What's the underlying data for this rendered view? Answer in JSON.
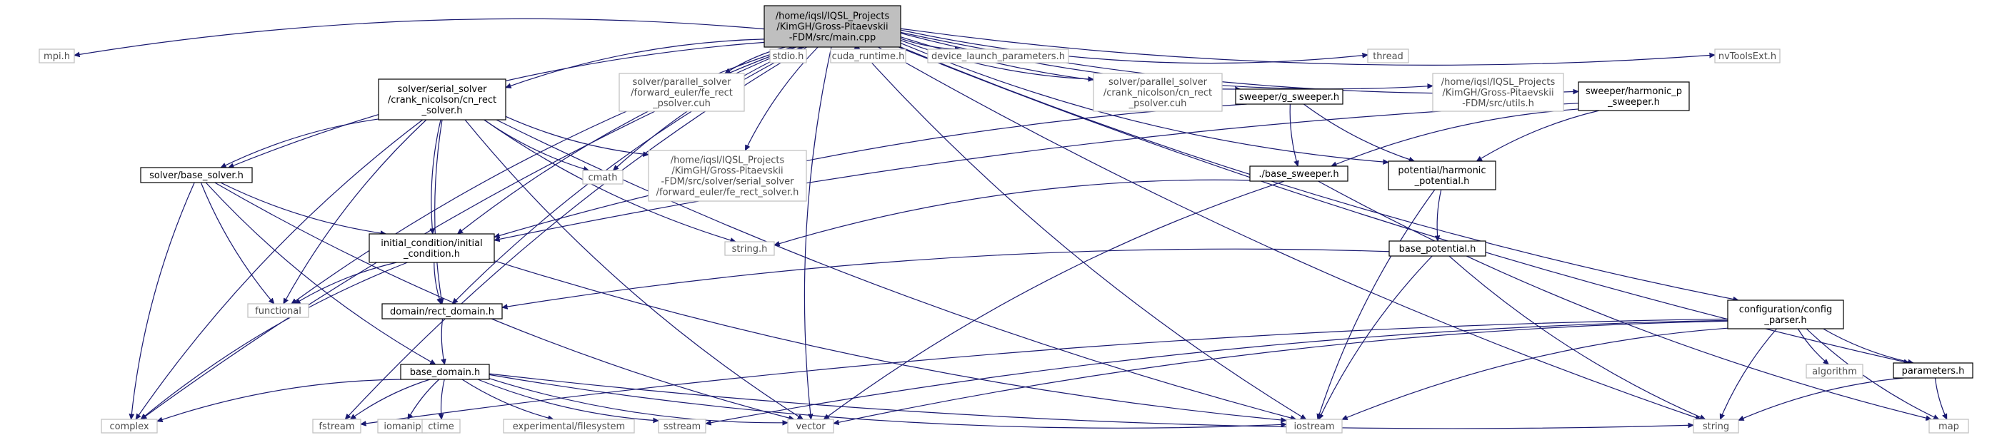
{
  "colors": {
    "edge": "#191970",
    "root_fill": "#bfbfbf",
    "external_border": "#bfbfbf",
    "internal_border": "#000000"
  },
  "nodes": [
    {
      "id": "main",
      "kind": "root",
      "lines": [
        "/home/iqsl/IQSL_Projects",
        "/KimGH/Gross-Pitaevskii",
        "-FDM/src/main.cpp"
      ]
    },
    {
      "id": "mpi",
      "kind": "external",
      "lines": [
        "mpi.h"
      ]
    },
    {
      "id": "cn_solver",
      "kind": "internal",
      "lines": [
        "solver/serial_solver",
        "/crank_nicolson/cn_rect",
        "_solver.h"
      ]
    },
    {
      "id": "fe_psolver",
      "kind": "external",
      "lines": [
        "solver/parallel_solver",
        "/forward_euler/fe_rect",
        "_psolver.cuh"
      ]
    },
    {
      "id": "stdio",
      "kind": "external",
      "lines": [
        "stdio.h"
      ]
    },
    {
      "id": "cuda_runtime",
      "kind": "external",
      "lines": [
        "cuda_runtime.h"
      ]
    },
    {
      "id": "device_launch",
      "kind": "external",
      "lines": [
        "device_launch_parameters.h"
      ]
    },
    {
      "id": "cn_psolver",
      "kind": "external",
      "lines": [
        "solver/parallel_solver",
        "/crank_nicolson/cn_rect",
        "_psolver.cuh"
      ]
    },
    {
      "id": "g_sweeper",
      "kind": "internal",
      "lines": [
        "sweeper/g_sweeper.h"
      ]
    },
    {
      "id": "thread",
      "kind": "external",
      "lines": [
        "thread"
      ]
    },
    {
      "id": "utils",
      "kind": "external",
      "lines": [
        "/home/iqsl/IQSL_Projects",
        "/KimGH/Gross-Pitaevskii",
        "-FDM/src/utils.h"
      ]
    },
    {
      "id": "harm_sweeper",
      "kind": "internal",
      "lines": [
        "sweeper/harmonic_p",
        "_sweeper.h"
      ]
    },
    {
      "id": "nvtools",
      "kind": "external",
      "lines": [
        "nvToolsExt.h"
      ]
    },
    {
      "id": "base_solver",
      "kind": "internal",
      "lines": [
        "solver/base_solver.h"
      ]
    },
    {
      "id": "fe_solver",
      "kind": "external",
      "lines": [
        "/home/iqsl/IQSL_Projects",
        "/KimGH/Gross-Pitaevskii",
        "-FDM/src/solver/serial_solver",
        "/forward_euler/fe_rect_solver.h"
      ]
    },
    {
      "id": "cmath",
      "kind": "external",
      "lines": [
        "cmath"
      ]
    },
    {
      "id": "base_sweeper",
      "kind": "internal",
      "lines": [
        "./base_sweeper.h"
      ]
    },
    {
      "id": "harm_potential",
      "kind": "internal",
      "lines": [
        "potential/harmonic",
        "_potential.h"
      ]
    },
    {
      "id": "initial_condition",
      "kind": "internal",
      "lines": [
        "initial_condition/initial",
        "_condition.h"
      ]
    },
    {
      "id": "string_h",
      "kind": "external",
      "lines": [
        "string.h"
      ]
    },
    {
      "id": "base_potential",
      "kind": "internal",
      "lines": [
        "base_potential.h"
      ]
    },
    {
      "id": "functional",
      "kind": "external",
      "lines": [
        "functional"
      ]
    },
    {
      "id": "rect_domain",
      "kind": "internal",
      "lines": [
        "domain/rect_domain.h"
      ]
    },
    {
      "id": "config_parser",
      "kind": "internal",
      "lines": [
        "configuration/config",
        "_parser.h"
      ]
    },
    {
      "id": "algorithm",
      "kind": "external",
      "lines": [
        "algorithm"
      ]
    },
    {
      "id": "parameters",
      "kind": "internal",
      "lines": [
        "parameters.h"
      ]
    },
    {
      "id": "base_domain",
      "kind": "internal",
      "lines": [
        "base_domain.h"
      ]
    },
    {
      "id": "complex",
      "kind": "external",
      "lines": [
        "complex"
      ]
    },
    {
      "id": "fstream",
      "kind": "external",
      "lines": [
        "fstream"
      ]
    },
    {
      "id": "iomanip",
      "kind": "external",
      "lines": [
        "iomanip"
      ]
    },
    {
      "id": "ctime",
      "kind": "external",
      "lines": [
        "ctime"
      ]
    },
    {
      "id": "filesystem",
      "kind": "external",
      "lines": [
        "experimental/filesystem"
      ]
    },
    {
      "id": "sstream",
      "kind": "external",
      "lines": [
        "sstream"
      ]
    },
    {
      "id": "vector",
      "kind": "external",
      "lines": [
        "vector"
      ]
    },
    {
      "id": "iostream",
      "kind": "external",
      "lines": [
        "iostream"
      ]
    },
    {
      "id": "string",
      "kind": "external",
      "lines": [
        "string"
      ]
    },
    {
      "id": "map",
      "kind": "external",
      "lines": [
        "map"
      ]
    }
  ],
  "edges": [
    [
      "main",
      "mpi"
    ],
    [
      "main",
      "cn_solver"
    ],
    [
      "main",
      "fe_psolver"
    ],
    [
      "main",
      "stdio"
    ],
    [
      "main",
      "cuda_runtime"
    ],
    [
      "main",
      "device_launch"
    ],
    [
      "main",
      "cn_psolver"
    ],
    [
      "main",
      "g_sweeper"
    ],
    [
      "main",
      "thread"
    ],
    [
      "main",
      "utils"
    ],
    [
      "main",
      "harm_sweeper"
    ],
    [
      "main",
      "nvtools"
    ],
    [
      "main",
      "complex"
    ],
    [
      "main",
      "fstream"
    ],
    [
      "main",
      "functional"
    ],
    [
      "main",
      "base_solver"
    ],
    [
      "main",
      "rect_domain"
    ],
    [
      "main",
      "initial_condition"
    ],
    [
      "main",
      "cmath"
    ],
    [
      "main",
      "fe_solver"
    ],
    [
      "main",
      "vector"
    ],
    [
      "main",
      "harm_potential"
    ],
    [
      "main",
      "config_parser"
    ],
    [
      "main",
      "iostream"
    ],
    [
      "main",
      "string"
    ],
    [
      "main",
      "parameters"
    ],
    [
      "cn_solver",
      "base_solver"
    ],
    [
      "cn_solver",
      "complex"
    ],
    [
      "cn_solver",
      "functional"
    ],
    [
      "cn_solver",
      "initial_condition"
    ],
    [
      "cn_solver",
      "rect_domain"
    ],
    [
      "cn_solver",
      "cmath"
    ],
    [
      "cn_solver",
      "fe_solver"
    ],
    [
      "cn_solver",
      "string_h"
    ],
    [
      "cn_solver",
      "vector"
    ],
    [
      "cn_solver",
      "iostream"
    ],
    [
      "g_sweeper",
      "base_sweeper"
    ],
    [
      "g_sweeper",
      "harm_potential"
    ],
    [
      "g_sweeper",
      "initial_condition"
    ],
    [
      "harm_sweeper",
      "base_sweeper"
    ],
    [
      "harm_sweeper",
      "harm_potential"
    ],
    [
      "harm_sweeper",
      "initial_condition"
    ],
    [
      "base_solver",
      "initial_condition"
    ],
    [
      "base_solver",
      "functional"
    ],
    [
      "base_solver",
      "complex"
    ],
    [
      "base_solver",
      "base_domain"
    ],
    [
      "base_solver",
      "vector"
    ],
    [
      "base_sweeper",
      "string_h"
    ],
    [
      "base_sweeper",
      "vector"
    ],
    [
      "base_sweeper",
      "map"
    ],
    [
      "harm_potential",
      "base_potential"
    ],
    [
      "harm_potential",
      "iostream"
    ],
    [
      "initial_condition",
      "functional"
    ],
    [
      "initial_condition",
      "rect_domain"
    ],
    [
      "initial_condition",
      "complex"
    ],
    [
      "initial_condition",
      "iostream"
    ],
    [
      "base_potential",
      "rect_domain"
    ],
    [
      "base_potential",
      "iostream"
    ],
    [
      "base_potential",
      "string"
    ],
    [
      "rect_domain",
      "base_domain"
    ],
    [
      "config_parser",
      "fstream"
    ],
    [
      "config_parser",
      "sstream"
    ],
    [
      "config_parser",
      "vector"
    ],
    [
      "config_parser",
      "iostream"
    ],
    [
      "config_parser",
      "algorithm"
    ],
    [
      "config_parser",
      "string"
    ],
    [
      "config_parser",
      "parameters"
    ],
    [
      "config_parser",
      "map"
    ],
    [
      "parameters",
      "string"
    ],
    [
      "parameters",
      "map"
    ],
    [
      "base_domain",
      "complex"
    ],
    [
      "base_domain",
      "fstream"
    ],
    [
      "base_domain",
      "iomanip"
    ],
    [
      "base_domain",
      "ctime"
    ],
    [
      "base_domain",
      "filesystem"
    ],
    [
      "base_domain",
      "sstream"
    ],
    [
      "base_domain",
      "vector"
    ],
    [
      "base_domain",
      "iostream"
    ],
    [
      "base_domain",
      "string"
    ]
  ]
}
